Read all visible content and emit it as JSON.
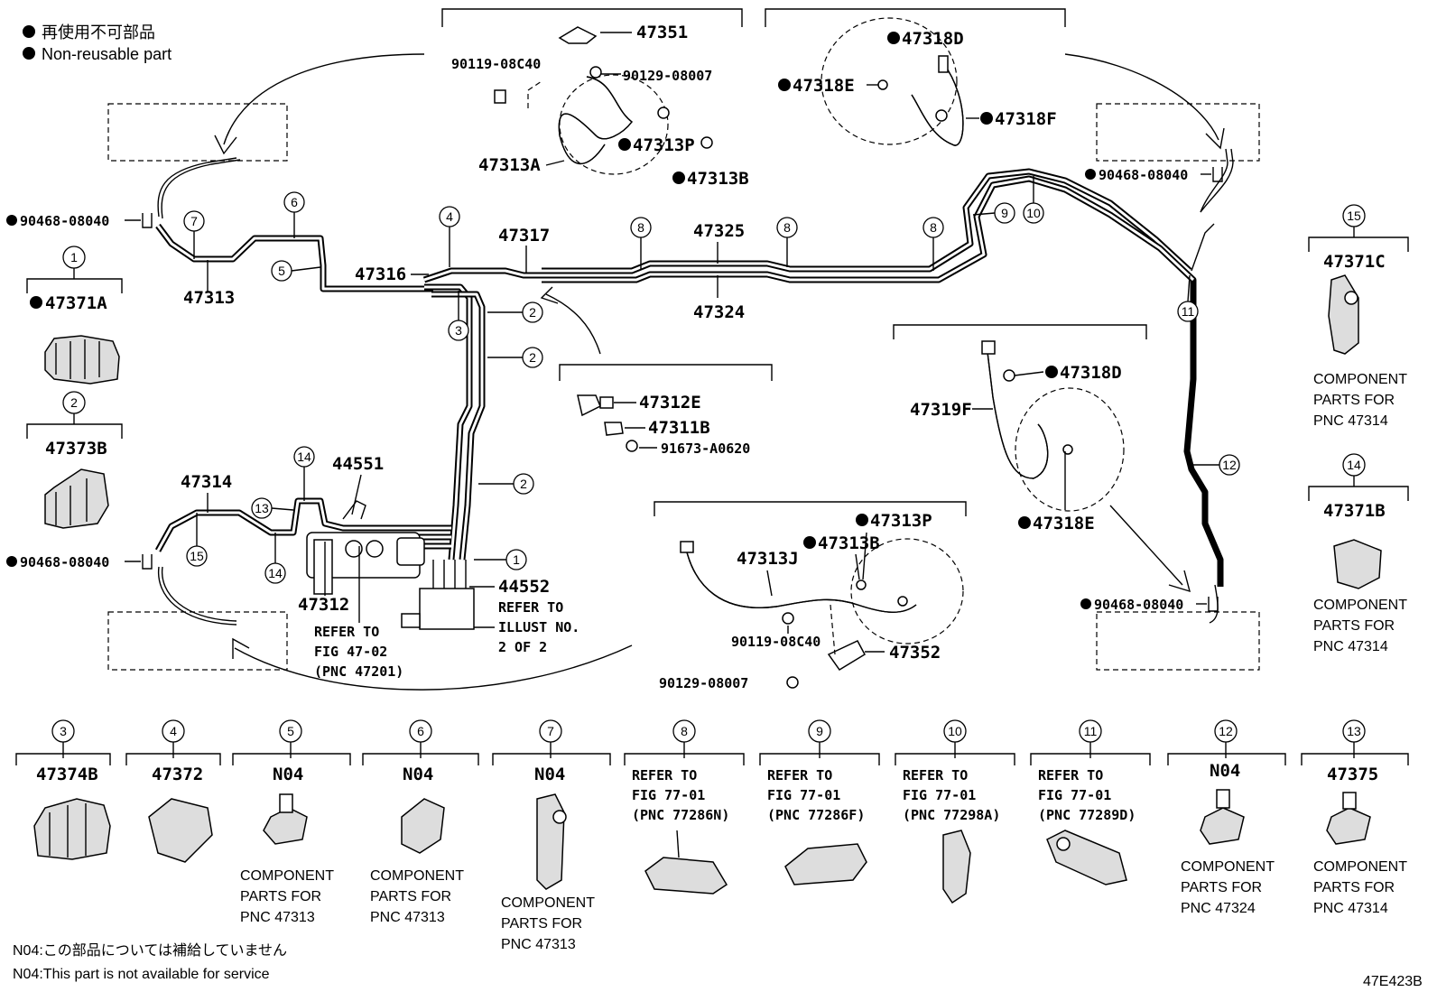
{
  "legend": {
    "jp": "再使用不可部品",
    "en": "Non-reusable part"
  },
  "notes": {
    "jp": "N04:この部品については補給していません",
    "en": "N04:This part is not available for service"
  },
  "figure_id": "47E423B",
  "pipe_labels": {
    "p47313": "47313",
    "p47316": "47316",
    "p47317": "47317",
    "p47325": "47325",
    "p47324": "47324",
    "p47314": "47314",
    "p44551": "44551",
    "p47312": "47312",
    "p44552": "44552"
  },
  "fasteners": {
    "left_top": "90468-08040",
    "left_bottom": "90468-08040",
    "right_top": "90468-08040",
    "right_bottom": "90468-08040"
  },
  "detail_top_left": {
    "p47351": "47351",
    "p9011908": "90119-08C40",
    "p9012908": "90129-08007",
    "p47313P": "47313P",
    "p47313A": "47313A",
    "p47313B": "47313B"
  },
  "detail_top_right": {
    "p47318D": "47318D",
    "p47318E": "47318E",
    "p47318F": "47318F"
  },
  "detail_mid": {
    "p47312E": "47312E",
    "p47311B": "47311B",
    "p91673": "91673-A0620"
  },
  "detail_right_mid": {
    "p47318D": "47318D",
    "p47319F": "47319F",
    "p47318E": "47318E"
  },
  "detail_bottom_mid": {
    "p47313P": "47313P",
    "p47313B": "47313B",
    "p47313J": "47313J",
    "p9011908": "90119-08C40",
    "p47352": "47352",
    "p9012908": "90129-08007"
  },
  "refer_text": {
    "fig_line1": "REFER TO",
    "fig_line2": "FIG 47-02",
    "fig_line3": "(PNC 47201)",
    "ill_line1": "REFER TO",
    "ill_line2": "ILLUST NO.",
    "ill_line3": "2 OF 2"
  },
  "side_parts": [
    {
      "num": "1",
      "pnc": "47371A"
    },
    {
      "num": "2",
      "pnc": "47373B"
    },
    {
      "num": "15",
      "pnc": "47371C",
      "desc1": "COMPONENT",
      "desc2": "PARTS FOR",
      "desc3": "PNC 47314"
    },
    {
      "num": "14",
      "pnc": "47371B",
      "desc1": "COMPONENT",
      "desc2": "PARTS FOR",
      "desc3": "PNC 47314"
    }
  ],
  "bottom_parts": [
    {
      "num": "3",
      "pnc": "47374B",
      "d1": "",
      "d2": "",
      "d3": ""
    },
    {
      "num": "4",
      "pnc": "47372",
      "d1": "",
      "d2": "",
      "d3": ""
    },
    {
      "num": "5",
      "pnc": "N04",
      "d1": "COMPONENT",
      "d2": "PARTS FOR",
      "d3": "PNC 47313"
    },
    {
      "num": "6",
      "pnc": "N04",
      "d1": "COMPONENT",
      "d2": "PARTS FOR",
      "d3": "PNC 47313"
    },
    {
      "num": "7",
      "pnc": "N04",
      "d1": "COMPONENT",
      "d2": "PARTS FOR",
      "d3": "PNC 47313"
    },
    {
      "num": "8",
      "r1": "REFER TO",
      "r2": "FIG 77-01",
      "r3": "(PNC 77286N)"
    },
    {
      "num": "9",
      "r1": "REFER TO",
      "r2": "FIG 77-01",
      "r3": "(PNC 77286F)"
    },
    {
      "num": "10",
      "r1": "REFER TO",
      "r2": "FIG 77-01",
      "r3": "(PNC 77298A)"
    },
    {
      "num": "11",
      "r1": "REFER TO",
      "r2": "FIG 77-01",
      "r3": "(PNC 77289D)"
    },
    {
      "num": "12",
      "pnc": "N04",
      "d1": "COMPONENT",
      "d2": "PARTS FOR",
      "d3": "PNC 47324"
    },
    {
      "num": "13",
      "pnc": "47375",
      "d1": "COMPONENT",
      "d2": "PARTS FOR",
      "d3": "PNC 47314"
    }
  ],
  "callouts": {
    "c1": "1",
    "c2": "2",
    "c3": "3",
    "c4": "4",
    "c5": "5",
    "c6": "6",
    "c7": "7",
    "c8": "8",
    "c9": "9",
    "c10": "10",
    "c11": "11",
    "c12": "12",
    "c13": "13",
    "c14": "14",
    "c15": "15"
  }
}
